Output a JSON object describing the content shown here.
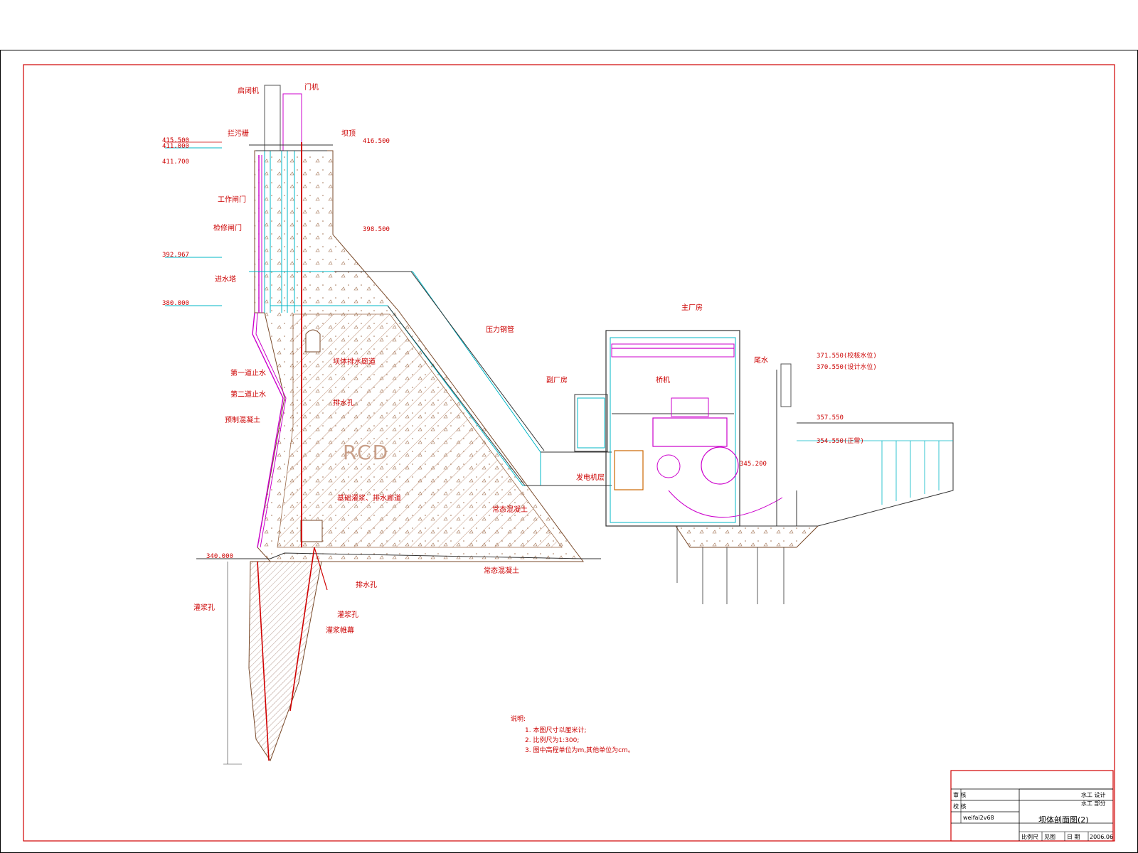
{
  "drawing": {
    "mark_RCD": "RCD",
    "labels": {
      "intake_tower": "进水塔",
      "penstock": "压力钢管",
      "powerhouse_main": "主厂房",
      "powerhouse_aux": "副厂房",
      "gallery_drain": "坝体排水廊道",
      "drain_hole": "排水孔",
      "foundation_gallery": "基础灌浆、排水廊道",
      "grout_hole": "灌浆孔",
      "grout_curtain": "灌浆帷幕",
      "drain_hole_2": "排水孔",
      "normal_concrete_1": "常态混凝土",
      "normal_concrete_2": "常态混凝土",
      "layer_1": "第一道止水",
      "layer_2": "第二道止水",
      "precast": "预制混凝土",
      "trash_rack": "拦污栅",
      "gate_slot": "工作闸门",
      "bulkhead": "检修闸门",
      "crest": "坝顶",
      "hoist_top": "启闭机",
      "hoist_top2": "门机",
      "tailrace_crane": "尾水",
      "crane_label": "桥机",
      "generator_room": "发电机层"
    },
    "elevations": {
      "e1": "415.500",
      "e2": "411.000",
      "e3": "411.700",
      "e4": "416.500",
      "e5": "398.500",
      "e6": "392.967",
      "e7": "380.000",
      "e8": "340.000",
      "e9": "371.550(校核水位)",
      "e10": "370.550(设计水位)",
      "e11": "357.550",
      "e12": "354.550(正常)",
      "e13": "345.200"
    },
    "notes": {
      "heading": "说明:",
      "line1": "1. 本图尺寸以厘米计;",
      "line2": "2. 比例尺为1:300;",
      "line3": "3. 图中高程单位为m,其他单位为cm。"
    }
  },
  "title_block": {
    "title": "坝体剖面图(2)",
    "row1_left": "审 核",
    "row2_left": "校 核",
    "designer": "weifai2v68",
    "dept1": "水工  设计",
    "dept2": "水工  部分",
    "scale_label": "比例尺",
    "scale_value": "见图",
    "date_label": "日 期",
    "date_value": "2006.06"
  }
}
